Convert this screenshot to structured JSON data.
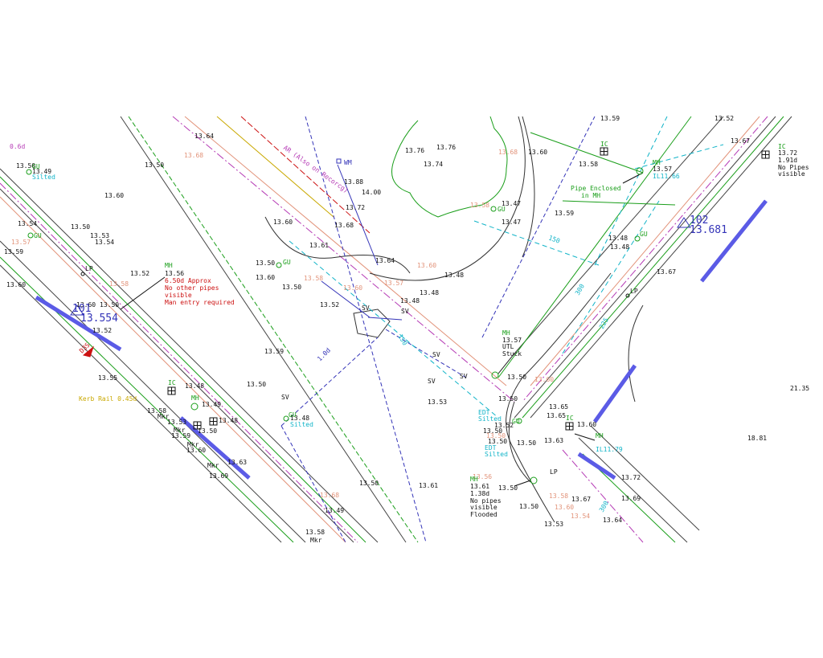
{
  "colors": {
    "background": "#ffffff",
    "linework": "#333333",
    "green": "#1a9e1a",
    "cyan": "#12b4c8",
    "orange_levels": "#e2937a",
    "blue_boundary": "#5b5be6",
    "red_notes": "#cc1111",
    "purple": "#b53ab5",
    "yellow": "#c9a800",
    "navy": "#3434b8"
  },
  "spot_levels": {
    "l1": "0.6d",
    "l2": "13.49",
    "l3": "13.50",
    "l4": "13.60",
    "l5": "13.54",
    "l6": "13.50",
    "l7": "13.53",
    "l8": "13.54",
    "l9": "13.57",
    "l10": "13.59",
    "l11": "13.60",
    "l12": "13.52",
    "l13": "13.50",
    "l14": "13.60",
    "l15": "13.52",
    "l16": "13.55",
    "l17": "13.48",
    "l18": "13.58",
    "l19": "13.53",
    "l20": "13.50",
    "l21": "13.59",
    "l22": "13.60",
    "l23": "13.63",
    "l24": "13.69",
    "l25": "13.48",
    "l26": "13.49",
    "l27": "13.58",
    "l28": "13.59",
    "l29": "13.50",
    "l30": "13.50",
    "l31": "13.49",
    "l32": "13.48",
    "l33": "13.61",
    "l34": "13.50",
    "l35": "13.52",
    "l36": "13.64",
    "l37": "13.60",
    "l38": "13.68",
    "l39": "13.88",
    "l40": "14.00",
    "l41": "13.72",
    "l42": "13.76",
    "l43": "13.76",
    "l44": "13.74",
    "l45": "13.68",
    "l46": "13.60",
    "l47": "13.58",
    "l48": "13.47",
    "l49": "13.47",
    "l50": "13.59",
    "l51": "13.64",
    "l52": "13.60",
    "l53": "13.48",
    "l54": "13.48",
    "l55": "13.48",
    "l56": "13.53",
    "l57": "13.50",
    "l58": "13.61",
    "l59": "13.50",
    "l60": "13.50",
    "l61": "13.52",
    "l62": "13.50",
    "l63": "13.50",
    "l64": "13.63",
    "l65": "13.65",
    "l66": "13.65",
    "l67": "13.60",
    "l68": "13.72",
    "l69": "13.69",
    "l70": "13.64",
    "l71": "13.53",
    "l72": "13.50",
    "l73": "13.67",
    "l74": "13.60",
    "l75": "13.48",
    "l76": "13.48",
    "l77": "13.67",
    "l78": "13.58",
    "l79": "13.59",
    "l80": "13.67",
    "l81": "13.52",
    "l82": "21.35",
    "l83": "18.81",
    "l84": "13.50",
    "l85": "13.60",
    "l86": "13.56",
    "l87": "13.58",
    "l88": "13.60",
    "l89": "13.54",
    "l90": "13.50",
    "l91": "13.68",
    "l92": "13.50",
    "l93": "13.60",
    "l94": "13.68",
    "l95": "13.57",
    "l96": "13.50",
    "l97": "13.58",
    "l98": "13.58"
  },
  "annotations": {
    "wm": "WM",
    "rail": "AR (Also on Recorcg)",
    "pipe_1": "1.0d",
    "lp1": "LP",
    "lp2": "LP",
    "lp3": "LP",
    "sv1": "SV",
    "sv2": "SV",
    "sv3": "SV",
    "sv4": "SV",
    "sv5": "SV",
    "sv6": "SV",
    "mkr1": "Mkr",
    "mkr2": "Mkr",
    "mkr3": "Mkr",
    "mkr4": "Mkr",
    "mkr5": "Mkr",
    "gu1": "GU",
    "gu2": "GU",
    "gu3": "GU",
    "gu4": "GU",
    "gu5": "GU",
    "gu6": "GU",
    "gu7": "GU",
    "ic1": "IC",
    "ic2": "IC",
    "ic3": "IC",
    "ic4": "IC",
    "silted1": "Silted",
    "silted2": "Silted",
    "silted3": "Silted",
    "silted4": "Silted",
    "edt1": "EDT",
    "edt2": "EDT",
    "mh_a": "MH",
    "mh_a_1": "6.50d Approx",
    "mh_a_2": "No other pipes",
    "mh_a_3": "visible",
    "mh_a_4": "Man entry required",
    "mh_b": "MH",
    "mh_b_1": "UTL",
    "mh_b_2": "Stuck",
    "mh_c": "MH",
    "mh_c_1": "IL11.66",
    "mh_d": "MH",
    "mh_d_1": "1.38d",
    "mh_d_2": "No pipes",
    "mh_d_3": "visible",
    "mh_d_4": "Flooded",
    "mh_e": "MH",
    "mh_e_1": "IL11.79",
    "mh_f": "MH",
    "ic_right_1": "1.91d",
    "ic_right_2": "No Pipes",
    "ic_right_3": "visible",
    "pipe_enclosed_1": "Pipe Enclosed",
    "pipe_enclosed_2": "in MH",
    "kerb": "Kerb Rail 0.45d",
    "stn_102": "102",
    "stn_102_lvl": "13.681",
    "stn_101": "101",
    "stn_101_lvl": "13.554",
    "d3s": "D3S",
    "b1": "300",
    "b2": "225",
    "b3": "150",
    "b4": "150",
    "b5": "300"
  }
}
